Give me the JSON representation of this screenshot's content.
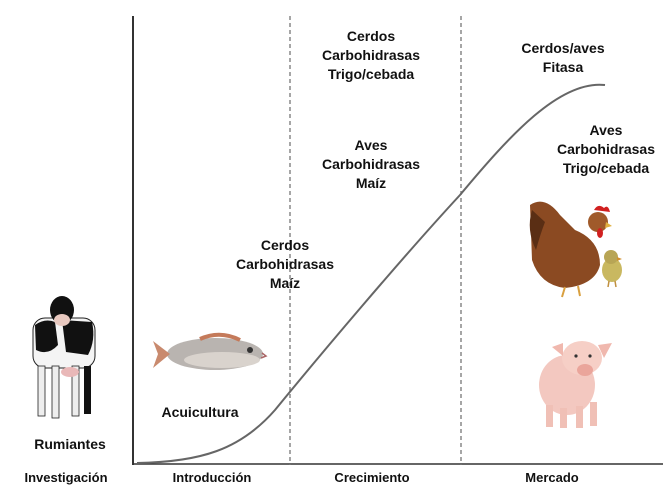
{
  "phases": [
    "Investigación",
    "Introducción",
    "Crecimiento",
    "Mercado"
  ],
  "labels": {
    "rumiantes": "Rumiantes",
    "acuicultura": "Acuicultura",
    "intro_pigs": [
      "Cerdos",
      "Carbohidrasas",
      "Maíz"
    ],
    "growth_pigs": [
      "Cerdos",
      "Carbohidrasas",
      "Trigo/cebada"
    ],
    "growth_birds": [
      "Aves",
      "Carbohidrasas",
      "Maíz"
    ],
    "market_pigs_birds": [
      "Cerdos/aves",
      "Fitasa"
    ],
    "market_birds": [
      "Aves",
      "Carbohidrasas",
      "Trigo/cebada"
    ]
  },
  "images": [
    "cow",
    "fish",
    "hen",
    "chick",
    "pig"
  ],
  "colors": {
    "curve": "#666666",
    "axis": "#333333",
    "divider": "#777777"
  }
}
